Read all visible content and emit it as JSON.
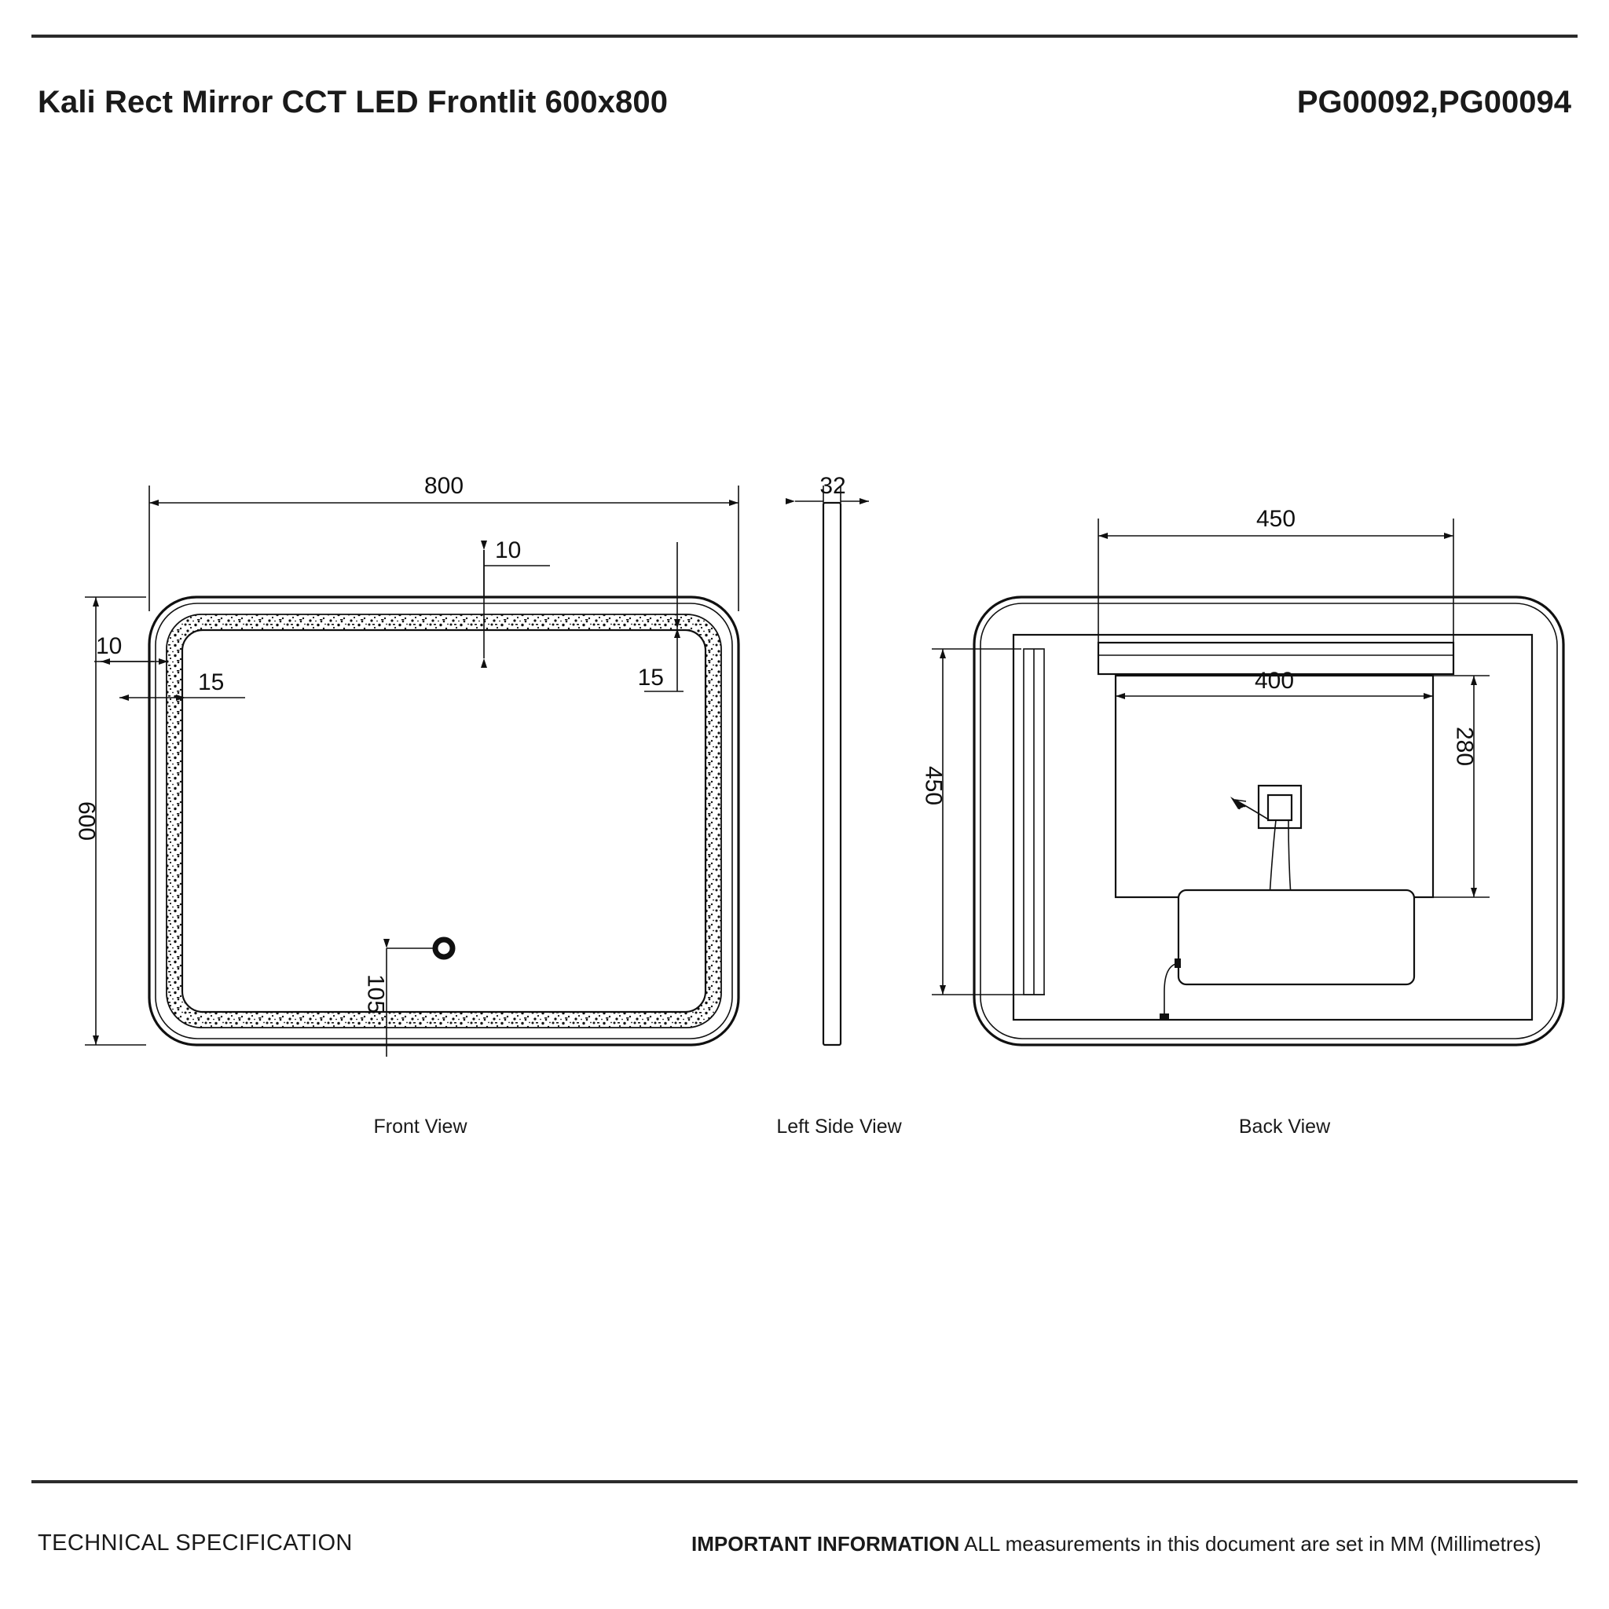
{
  "document": {
    "title": "Kali Rect Mirror CCT LED Frontlit 600x800",
    "product_codes": "PG00092,PG00094",
    "footer_left": "TECHNICAL SPECIFICATION",
    "footer_right_bold": "IMPORTANT INFORMATION",
    "footer_right_text": " ALL measurements in this document are set in MM (Millimetres)"
  },
  "views": {
    "front": {
      "caption": "Front View",
      "dimensions": {
        "width": "800",
        "height": "600",
        "edge_gap_top": "10",
        "edge_gap_left": "10",
        "led_band_left": "15",
        "led_band_right": "15",
        "sensor_height": "105"
      }
    },
    "side": {
      "caption": "Left Side View",
      "dimensions": {
        "depth": "32"
      }
    },
    "back": {
      "caption": "Back View",
      "dimensions": {
        "top_bar_width": "450",
        "panel_height": "450",
        "demister_width": "400",
        "demister_height": "280"
      }
    }
  },
  "colors": {
    "line": "#101010",
    "rule": "#2b2b2b",
    "background": "#ffffff"
  }
}
